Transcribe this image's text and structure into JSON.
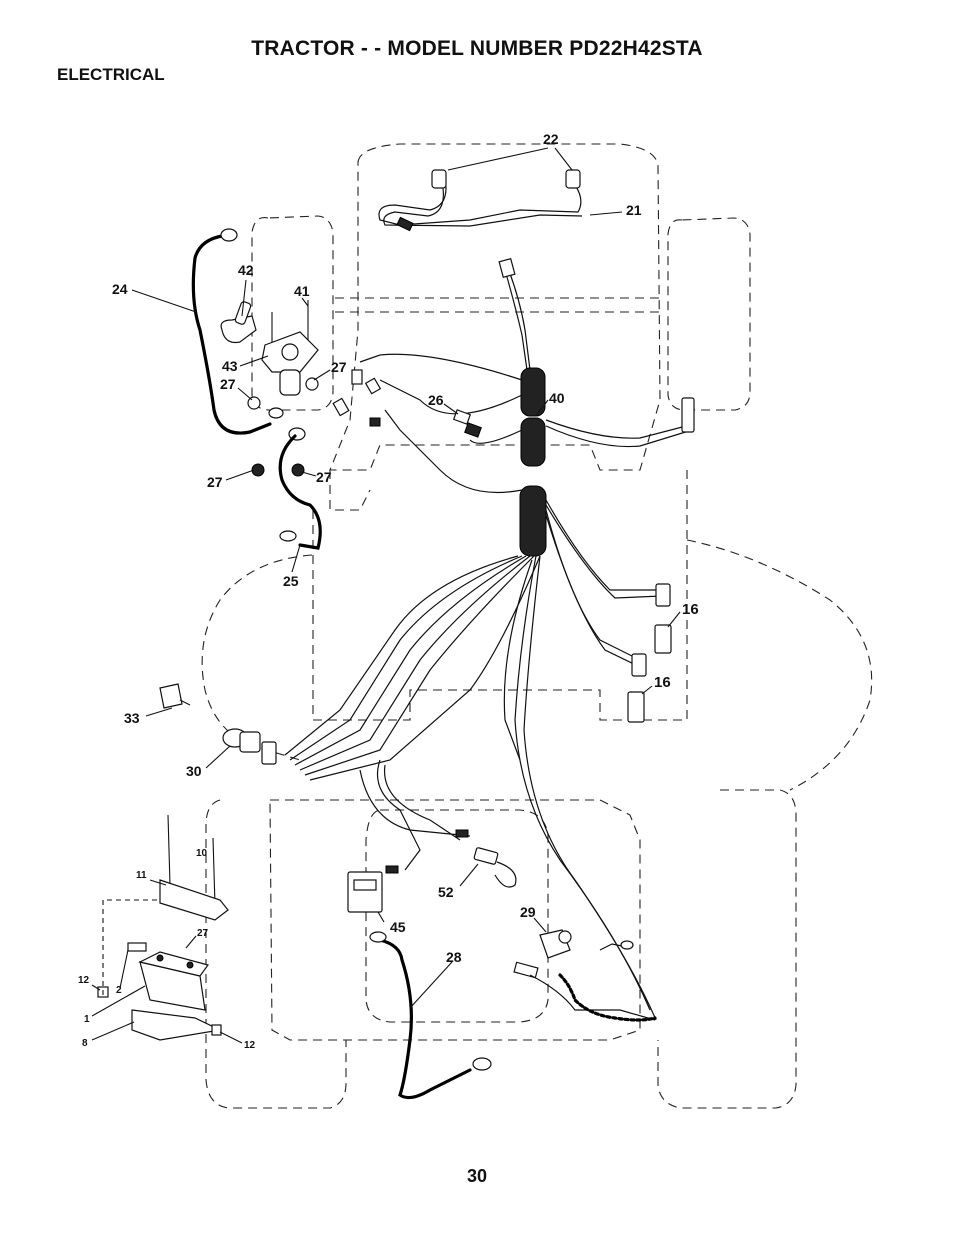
{
  "header": {
    "title": "TRACTOR - - MODEL NUMBER PD22H42STA",
    "section": "ELECTRICAL"
  },
  "callouts": [
    {
      "id": "c22",
      "label": "22"
    },
    {
      "id": "c21",
      "label": "21"
    },
    {
      "id": "c24",
      "label": "24"
    },
    {
      "id": "c42",
      "label": "42"
    },
    {
      "id": "c41",
      "label": "41"
    },
    {
      "id": "c43",
      "label": "43"
    },
    {
      "id": "c27a",
      "label": "27"
    },
    {
      "id": "c27b",
      "label": "27"
    },
    {
      "id": "c27c",
      "label": "27"
    },
    {
      "id": "c27d",
      "label": "27"
    },
    {
      "id": "c26",
      "label": "26"
    },
    {
      "id": "c40",
      "label": "40"
    },
    {
      "id": "c25",
      "label": "25"
    },
    {
      "id": "c16a",
      "label": "16"
    },
    {
      "id": "c16b",
      "label": "16"
    },
    {
      "id": "c33",
      "label": "33"
    },
    {
      "id": "c30",
      "label": "30"
    },
    {
      "id": "c10",
      "label": "10"
    },
    {
      "id": "c11",
      "label": "11"
    },
    {
      "id": "c27e",
      "label": "27"
    },
    {
      "id": "c12a",
      "label": "12"
    },
    {
      "id": "c2",
      "label": "2"
    },
    {
      "id": "c1",
      "label": "1"
    },
    {
      "id": "c8",
      "label": "8"
    },
    {
      "id": "c12b",
      "label": "12"
    },
    {
      "id": "c45",
      "label": "45"
    },
    {
      "id": "c52",
      "label": "52"
    },
    {
      "id": "c29",
      "label": "29"
    },
    {
      "id": "c28",
      "label": "28"
    }
  ],
  "footer": {
    "page_number": "30"
  }
}
